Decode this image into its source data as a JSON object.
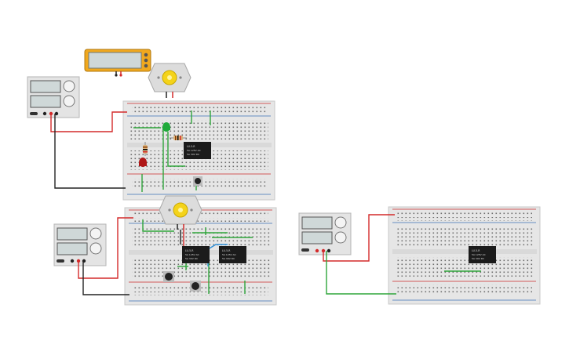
{
  "relay_label": "LU-5-R",
  "relay_line2": "5A 125V AC",
  "relay_line3": "5A 30V DC",
  "colors": {
    "background": "#ffffff",
    "breadboard": "#e6e6e6",
    "rail_red": "#cc2a2a",
    "rail_blue": "#3a6fb5",
    "wire_red": "#d42a2a",
    "wire_black": "#222222",
    "wire_green": "#2ea53a",
    "wire_blue": "#2f8fd8",
    "multimeter": "#f0a81e",
    "led_green": "#1faa3a",
    "led_red": "#b01818",
    "motor_yellow": "#f4d31a"
  },
  "components": {
    "power_supplies": [
      "power-supply-1",
      "power-supply-2",
      "power-supply-3"
    ],
    "breadboards": [
      "breadboard-1",
      "breadboard-2",
      "breadboard-3"
    ],
    "motors": [
      "dc-motor-1",
      "dc-motor-2"
    ],
    "relays": [
      "relay-1",
      "relay-2",
      "relay-3",
      "relay-4"
    ],
    "multimeter": "multimeter-1"
  }
}
